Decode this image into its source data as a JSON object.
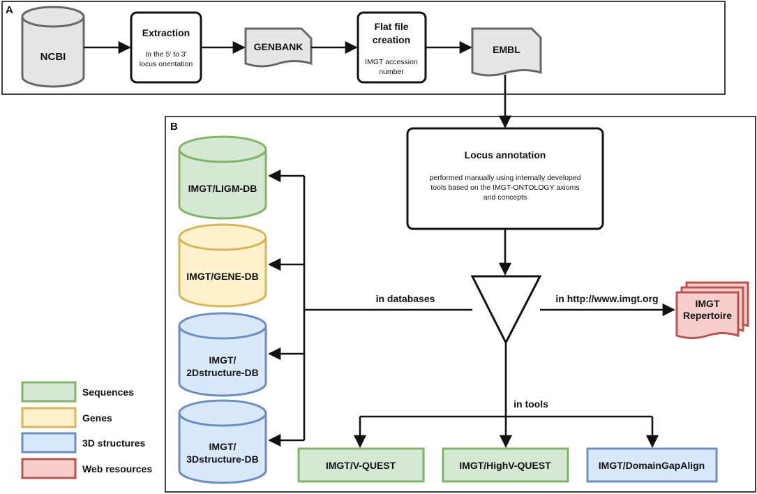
{
  "panel_a": {
    "label": "A",
    "ncbi": "NCBI",
    "extraction": {
      "title": "Extraction",
      "line1": "In the 5' to 3'",
      "line2": "locus orientation"
    },
    "genbank": "GENBANK",
    "flatfile": {
      "title1": "Flat file",
      "title2": "creation",
      "line1": "IMGT accession",
      "line2": "number"
    },
    "embl": "EMBL"
  },
  "panel_b": {
    "label": "B",
    "locus_annotation": {
      "title": "Locus annotation",
      "line1": "performed manually using internally developed",
      "line2": "tools based on the IMGT-ONTOLOGY axioms",
      "line3": "and concepts"
    },
    "databases": {
      "ligm": "IMGT/LIGM-DB",
      "gene": "IMGT/GENE-DB",
      "structure2d": {
        "line1": "IMGT/",
        "line2": "2Dstructure-DB"
      },
      "structure3d": {
        "line1": "IMGT/",
        "line2": "3Dstructure-DB"
      }
    },
    "labels": {
      "in_databases": "in databases",
      "in_web": "in http://www.imgt.org",
      "in_tools": "in tools"
    },
    "repertoire": {
      "line1": "IMGT",
      "line2": "Repertoire"
    },
    "tools": {
      "vquest": "IMGT/V-QUEST",
      "highvquest": "IMGT/HighV-QUEST",
      "domaingapalign": "IMGT/DomainGapAlign"
    }
  },
  "legend": [
    {
      "label": "Sequences",
      "color": "#d5e8d4",
      "stroke": "#82b366"
    },
    {
      "label": "Genes",
      "color": "#fff2cc",
      "stroke": "#d6b656"
    },
    {
      "label": "3D structures",
      "color": "#dae8fc",
      "stroke": "#6c8ebf"
    },
    {
      "label": "Web resources",
      "color": "#f8cecc",
      "stroke": "#b85450"
    }
  ],
  "colors": {
    "sequences_fill": "#d5e8d4",
    "sequences_stroke": "#82b366",
    "genes_fill": "#fff2cc",
    "genes_stroke": "#d6b656",
    "structures_fill": "#dae8fc",
    "structures_stroke": "#6c8ebf",
    "web_fill": "#f8cecc",
    "web_stroke": "#b85450",
    "neutral_fill": "#e6e6e6",
    "neutral_stroke": "#666666"
  }
}
